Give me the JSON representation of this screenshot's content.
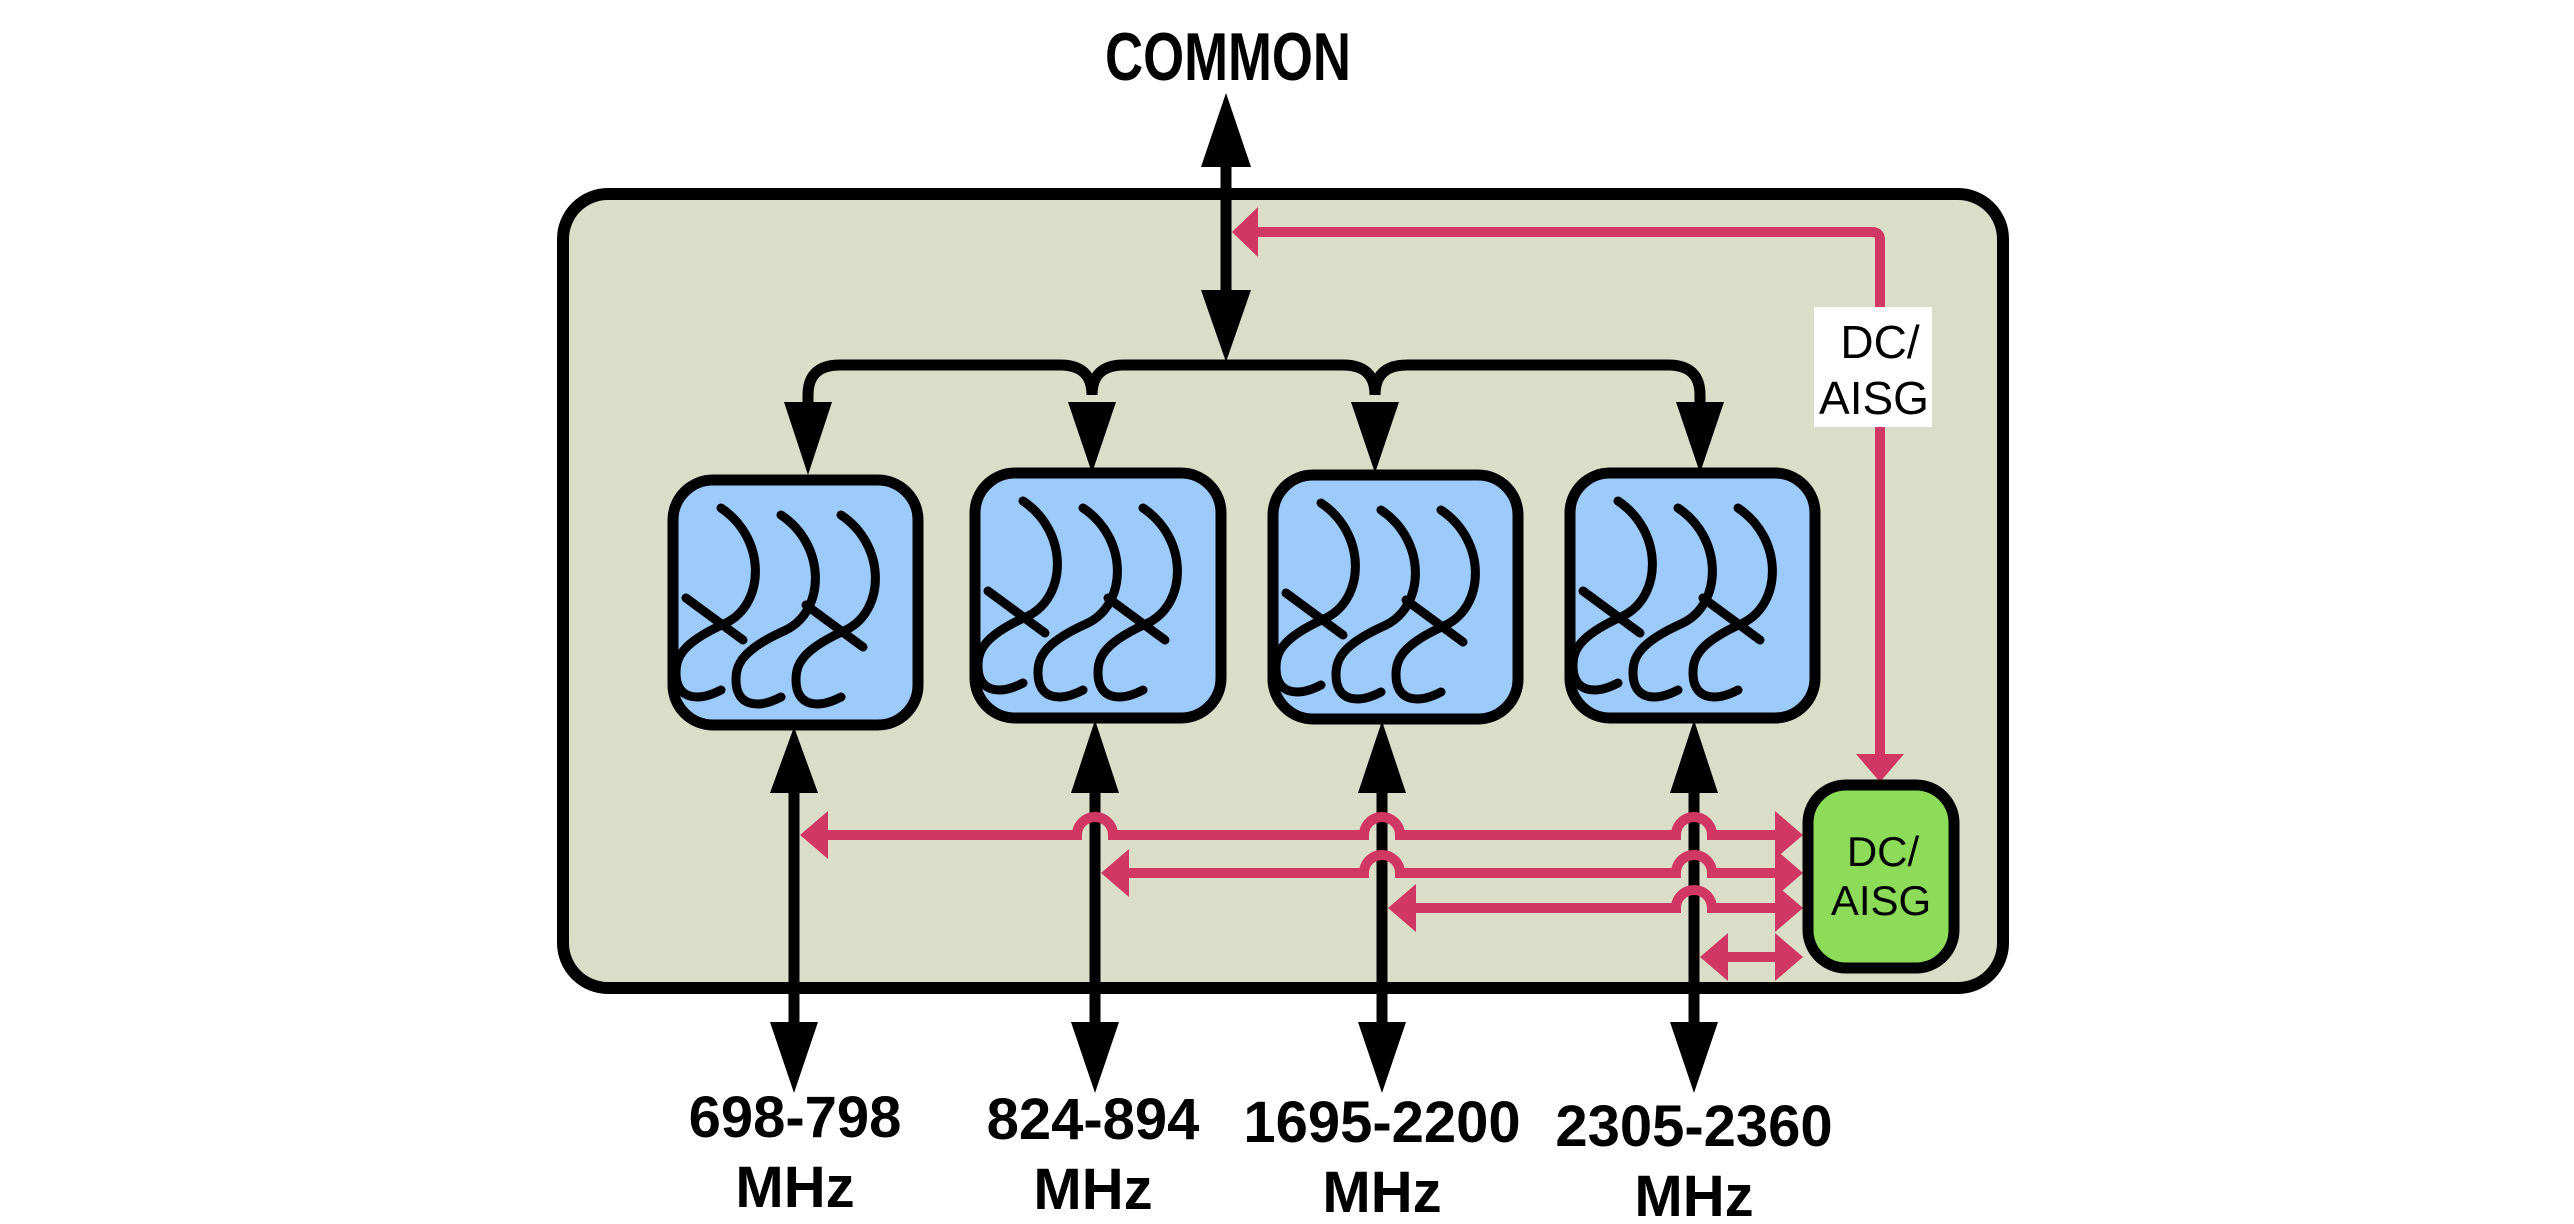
{
  "title": "COMMON",
  "colors": {
    "housing_fill": "#DADDC8",
    "filter_fill": "#9CCBFB",
    "dc_box_fill": "#8CDC5A",
    "signal_line": "#000000",
    "dc_line": "#D13763",
    "label_bg": "#FFFFFF"
  },
  "dc_label": {
    "line1": "DC/",
    "line2": "AISG"
  },
  "dc_module": {
    "line1": "DC/",
    "line2": "AISG"
  },
  "filters": [
    {
      "icon": "bandpass-filter-icon",
      "band": "698-798",
      "unit": "MHz"
    },
    {
      "icon": "bandpass-filter-icon",
      "band": "824-894",
      "unit": "MHz"
    },
    {
      "icon": "bandpass-filter-icon",
      "band": "1695-2200",
      "unit": "MHz"
    },
    {
      "icon": "bandpass-filter-icon",
      "band": "2305-2360",
      "unit": "MHz"
    }
  ]
}
